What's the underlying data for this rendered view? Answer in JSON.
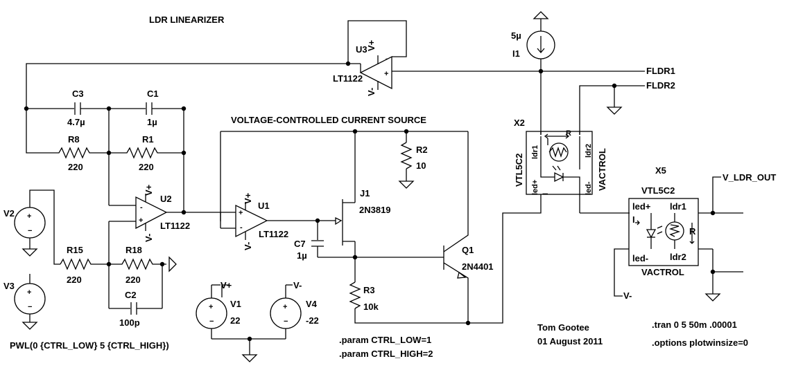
{
  "texts": {
    "title": "LDR LINEARIZER",
    "vccs_title": "VOLTAGE-CONTROLLED CURRENT SOURCE",
    "c3": "C3",
    "c3_val": "4.7µ",
    "c1": "C1",
    "c1_val": "1µ",
    "r8": "R8",
    "r8_val": "220",
    "r1": "R1",
    "r1_val": "220",
    "u2": "U2",
    "u2_part": "LT1122",
    "u1": "U1",
    "u1_part": "LT1122",
    "u3": "U3",
    "u3_part": "LT1122",
    "v2": "V2",
    "v3": "V3",
    "r15": "R15",
    "r15_val": "220",
    "r18": "R18",
    "r18_val": "220",
    "c2": "C2",
    "c2_val": "100p",
    "pwl": "PWL(0 {CTRL_LOW} 5 {CTRL_HIGH})",
    "v1": "V1",
    "v1_val": "22",
    "v4": "V4",
    "v4_val": "-22",
    "vplus": "V+",
    "vminus": "V-",
    "r2": "R2",
    "r2_val": "10",
    "j1": "J1",
    "j1_part": "2N3819",
    "c7": "C7",
    "c7_val": "1µ",
    "r3": "R3",
    "r3_val": "10k",
    "q1": "Q1",
    "q1_part": "2N4401",
    "param_low": ".param CTRL_LOW=1",
    "param_high": ".param CTRL_HIGH=2",
    "i1": "I1",
    "i1_val": "5µ",
    "fldr1": "FLDR1",
    "fldr2": "FLDR2",
    "x2": "X2",
    "x2_part": "VTL5C2",
    "x2_type": "VACTROL",
    "x5": "X5",
    "x5_part": "VTL5C2",
    "x5_type": "VACTROL",
    "ldr1": "ldr1",
    "ldr2": "ldr2",
    "ledp": "led+",
    "ledm": "led-",
    "r_letter": "R",
    "i_letter": "I",
    "v_ldr_out": "V_LDR_OUT",
    "author": "Tom Gootee",
    "date": "01 August 2011",
    "tran": ".tran 0 5 50m .00001",
    "options": ".options plotwinsize=0"
  }
}
